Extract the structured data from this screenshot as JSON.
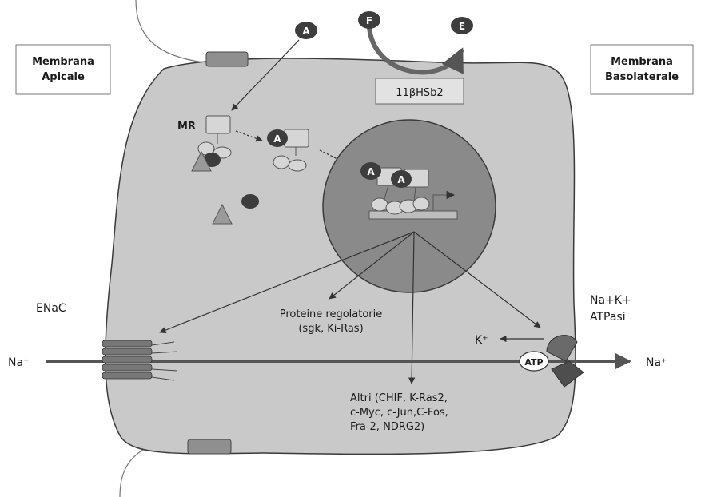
{
  "labels": {
    "membrane_apical_line1": "Membrana",
    "membrane_apical_line2": "Apicale",
    "membrane_basolateral_line1": "Membrana",
    "membrane_basolateral_line2": "Basolaterale",
    "enzyme": "11βHSb2",
    "mr": "MR",
    "enac": "ENaC",
    "pump_line1": "Na+K+",
    "pump_line2": "ATPasi",
    "na_left": "Na⁺",
    "na_right": "Na⁺",
    "k_plus": "K⁺",
    "atp": "ATP",
    "reg_proteins_line1": "Proteine regolatorie",
    "reg_proteins_line2": "(sgk, Ki-Ras)",
    "others_line1": "Altri (CHIF, K-Ras2,",
    "others_line2": "c-Myc, c-Jun,C-Fos,",
    "others_line3": "Fra-2, NDRG2)"
  },
  "molecules": {
    "aldosterone_top": "A",
    "aldosterone_bound": "A",
    "aldosterone_nucleus_1": "A",
    "aldosterone_nucleus_2": "A",
    "cortisol": "F",
    "cortisone": "E"
  },
  "colors": {
    "cell_fill": "#c9c9c9",
    "nucleus_fill": "#8a8a8a",
    "molecule_fill": "#3d3d3d",
    "outline": "#3a3a3a"
  }
}
